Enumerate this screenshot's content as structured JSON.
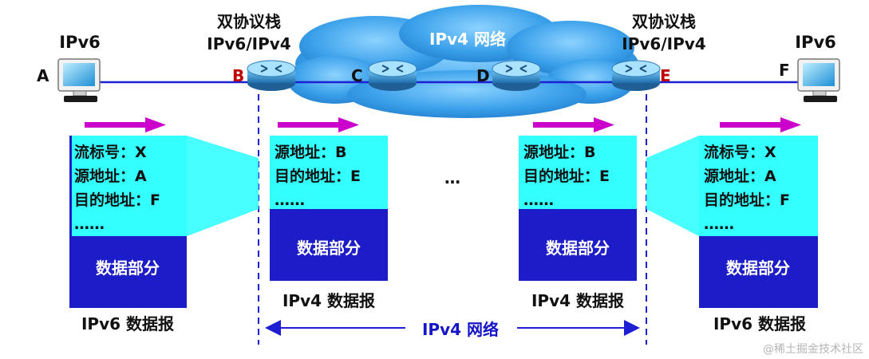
{
  "top": {
    "left_host_label": "IPv6",
    "right_host_label": "IPv6",
    "dual_stack_left_line1": "双协议栈",
    "dual_stack_left_line2": "IPv6/IPv4",
    "dual_stack_right_line1": "双协议栈",
    "dual_stack_right_line2": "IPv6/IPv4",
    "cloud_label": "IPv4 网络"
  },
  "nodes": {
    "a": "A",
    "b": "B",
    "c": "C",
    "d": "D",
    "e": "E",
    "f": "F"
  },
  "packets": {
    "ipv6_left": {
      "lines": [
        "流标号：X",
        "源地址：A",
        "目的地址：F",
        "……"
      ],
      "data": "数据部分",
      "caption": "IPv6 数据报"
    },
    "ipv4_left": {
      "lines": [
        "源地址：B",
        "目的地址：E",
        "……"
      ],
      "data": "数据部分",
      "caption": "IPv4 数据报"
    },
    "ipv4_right": {
      "lines": [
        "源地址：B",
        "目的地址：E",
        "……"
      ],
      "data": "数据部分",
      "caption": "IPv4 数据报"
    },
    "ipv6_right": {
      "lines": [
        "流标号：X",
        "源地址：A",
        "目的地址：F",
        "……"
      ],
      "data": "数据部分",
      "caption": "IPv6 数据报"
    }
  },
  "middle_ellipsis": "…",
  "bottom_label": "IPv4 网络",
  "watermark": "@稀土掘金技术社区",
  "colors": {
    "cyan": "#33FFFF",
    "data_blue": "#1C1CC8",
    "arrow_magenta": "#CC00CC",
    "link_blue": "#1E1ED2",
    "node_red": "#C00000",
    "cloud": "#2E8FE0",
    "label_blue": "#1515C8"
  }
}
